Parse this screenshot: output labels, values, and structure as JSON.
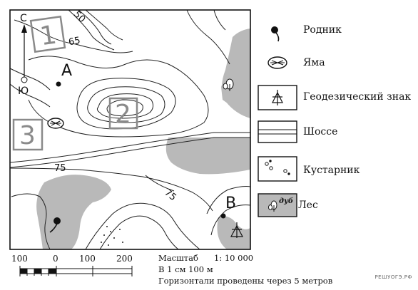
{
  "map": {
    "compass": {
      "north": "С",
      "south": "Ю"
    },
    "points": {
      "a": "А",
      "b": "В"
    },
    "areas": [
      "1",
      "2",
      "3"
    ],
    "contour_labels": {
      "c50": "50",
      "c65": "65",
      "c75a": "75",
      "c75b": "75"
    },
    "colors": {
      "forest": "#b9b9b9",
      "line": "#222222"
    }
  },
  "legend": {
    "items": [
      {
        "icon": "spring-icon",
        "label": "Родник"
      },
      {
        "icon": "pit-icon",
        "label": "Яма"
      },
      {
        "icon": "geodetic-sign-icon",
        "label": "Геодезический знак"
      },
      {
        "icon": "highway-icon",
        "label": "Шоссе"
      },
      {
        "icon": "shrub-icon",
        "label": "Кустарник"
      },
      {
        "icon": "forest-icon",
        "label": "Лес"
      }
    ],
    "forest_note": "дуб"
  },
  "scale": {
    "ticks": [
      "100",
      "0",
      "100",
      "200"
    ],
    "title": "Масштаб",
    "ratio": "1: 10 000",
    "per_cm": "В 1 см 100 м",
    "contour_interval": "Горизонтали проведены через 5 метров"
  },
  "watermark": "РЕШУОГЭ.РФ"
}
